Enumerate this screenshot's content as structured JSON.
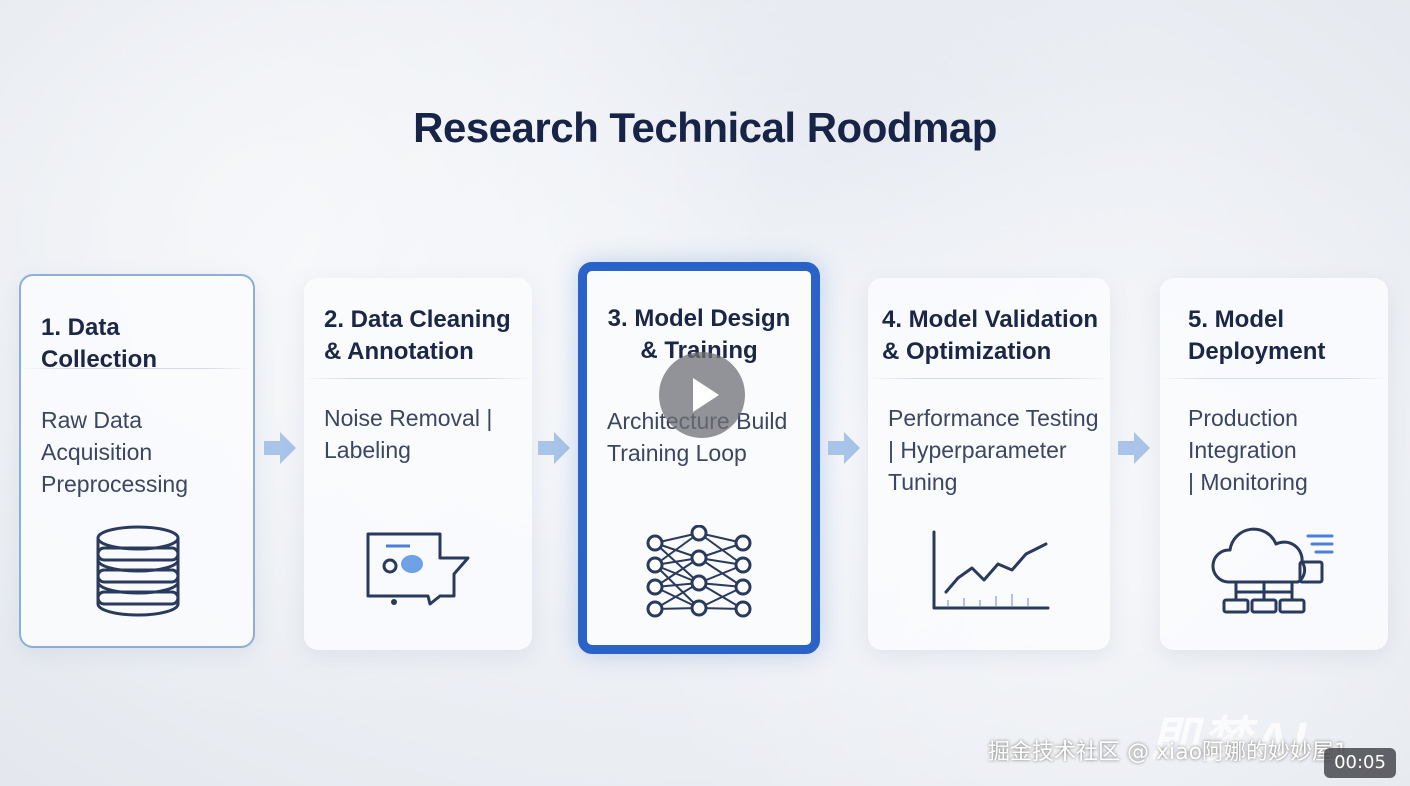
{
  "title": "Research Technical Roodmap",
  "stages": [
    {
      "heading": "1. Data Collection",
      "description": "Raw Data Acquisition\nPreprocessing",
      "icon": "database-icon"
    },
    {
      "heading": "2. Data Cleaning\n& Annotation",
      "description": "Noise Removal |\nLabeling",
      "icon": "annotation-chat-icon"
    },
    {
      "heading": "3. Model Design\n& Training",
      "description": "Architecture Build\nTraining Loop",
      "icon": "neural-network-icon"
    },
    {
      "heading": "4. Model Validation\n& Optimization",
      "description": "Performance Testing\n| Hyperparameter\nTuning",
      "icon": "line-chart-icon"
    },
    {
      "heading": "5. Model\nDeployment",
      "description": "Production\nIntegration\n| Monitoring",
      "icon": "cloud-server-icon"
    }
  ],
  "highlighted_stage": 3,
  "colors": {
    "accent": "#2a63c7",
    "arrow": "#a9c4e8",
    "title": "#172447"
  },
  "video": {
    "watermark": "掘金技术社区 @ xiao阿娜的妙妙屋1",
    "timestamp": "00:05",
    "brand": "即梦AI"
  }
}
